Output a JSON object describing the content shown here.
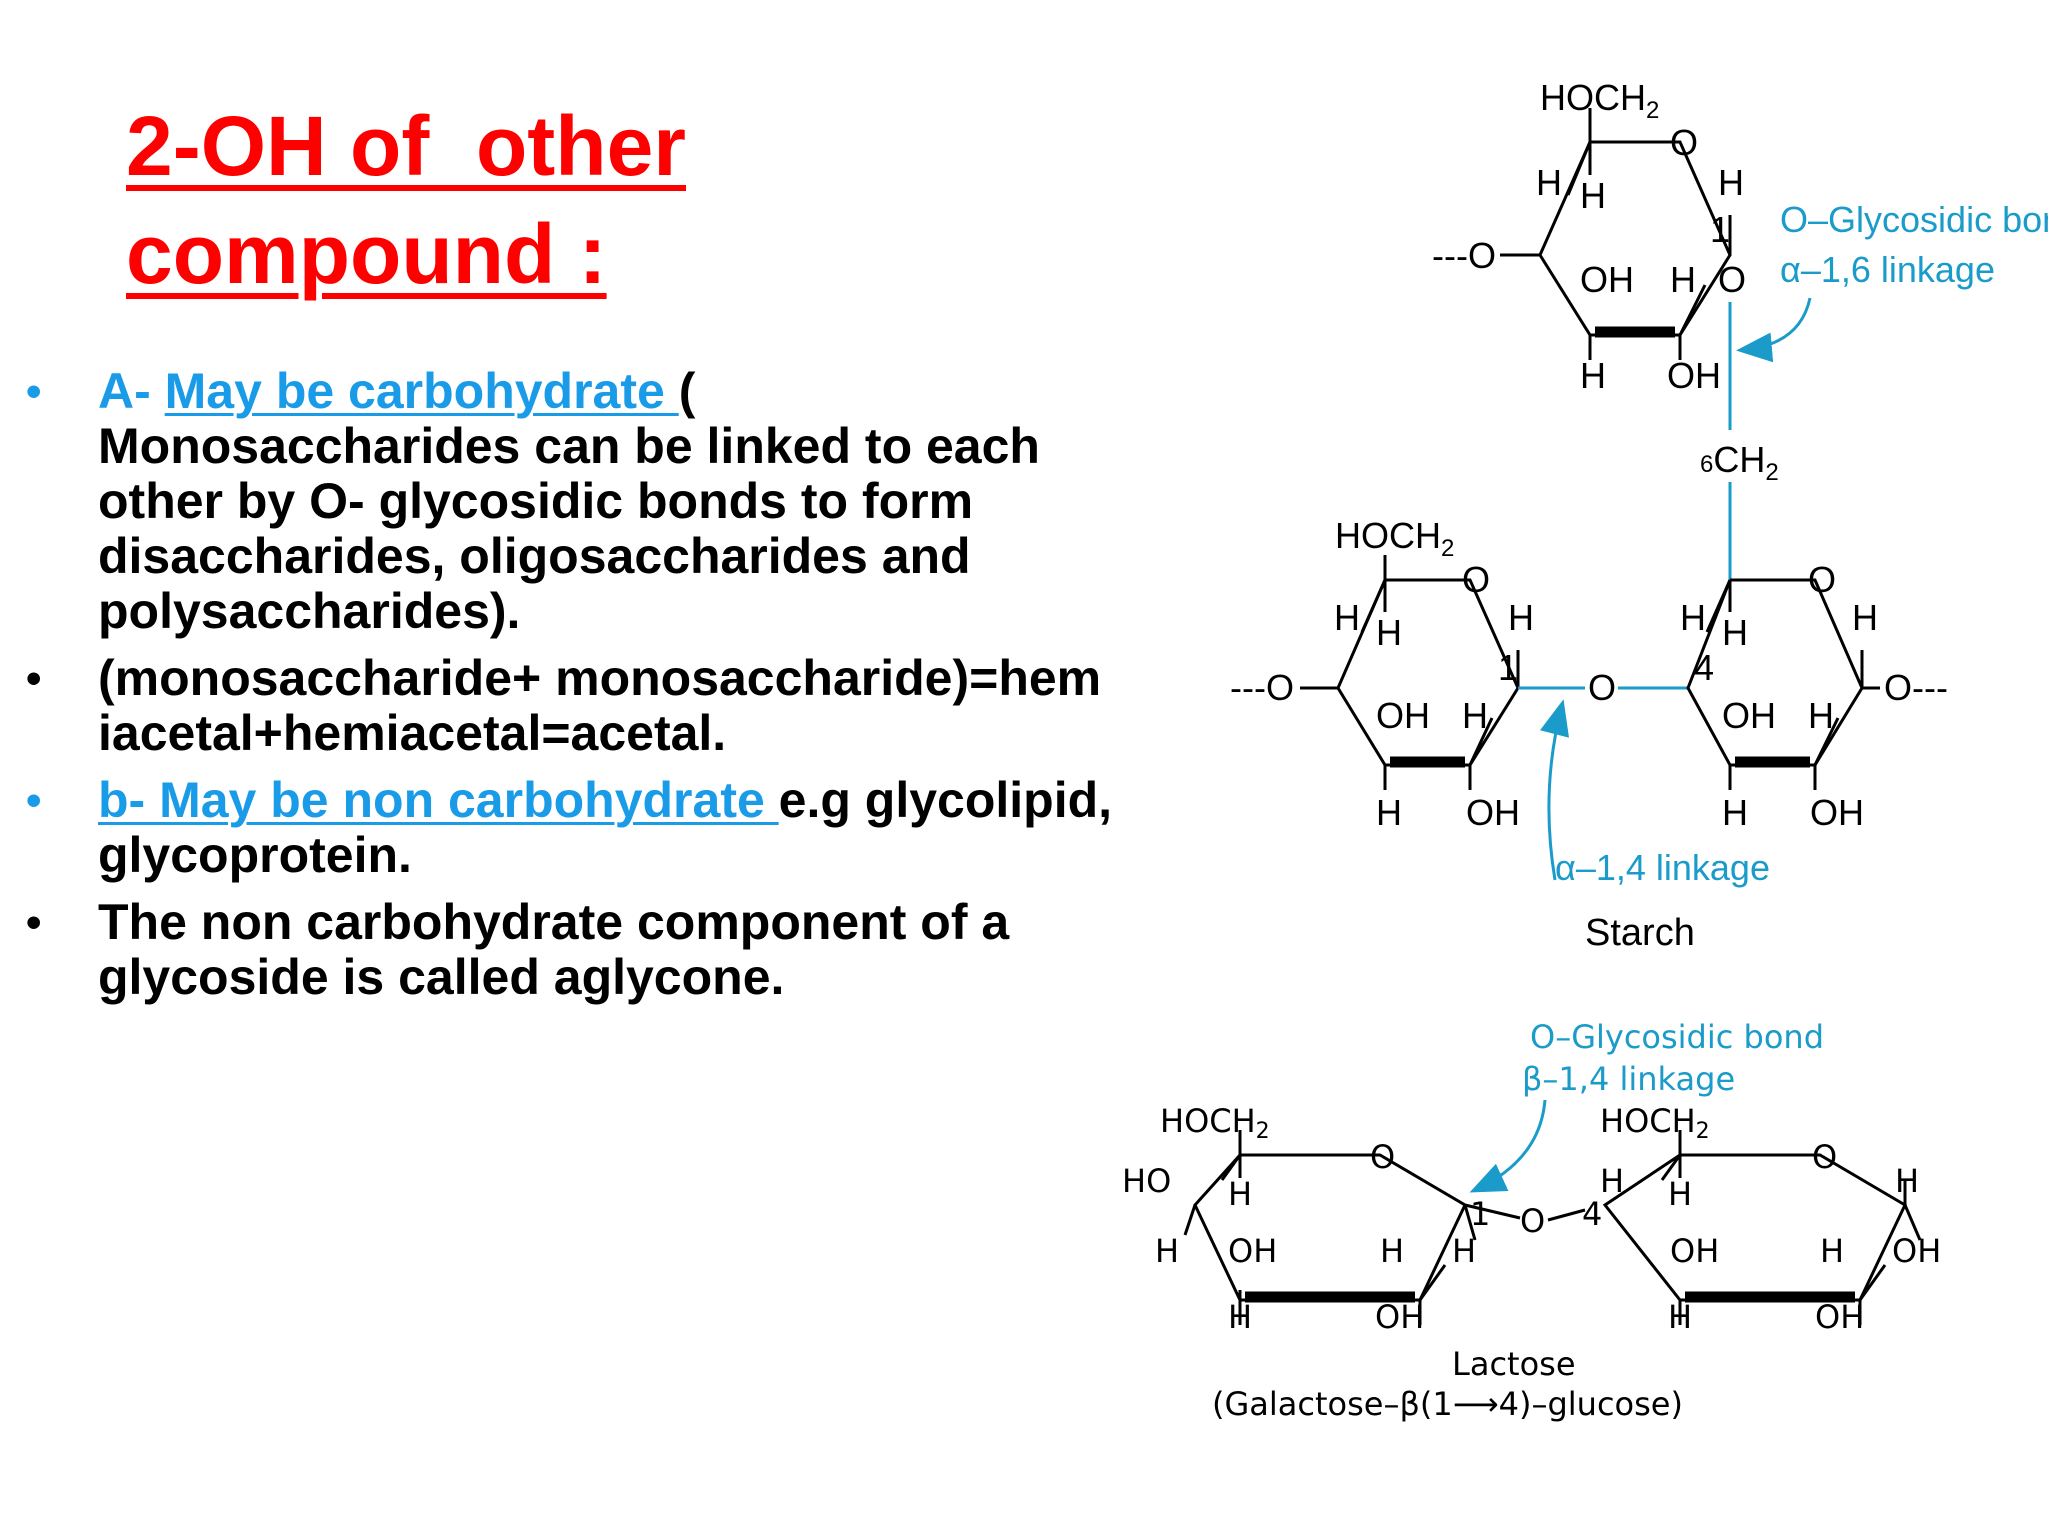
{
  "title": {
    "line1": "2-OH of  other",
    "line2": "compound :"
  },
  "bullets": [
    {
      "label": "A- ",
      "link": "May be carbohydrate ",
      "rest_open": "(",
      "text": "Monosaccharides can be linked to each other by O- glycosidic bonds to form disaccharides, oligosaccharides and polysaccharides)."
    },
    {
      "text": "(monosaccharide+ monosaccharide)=hemiacetal+hemiacetal=acetal."
    },
    {
      "link": "b- May be non carbohydrate ",
      "rest": "e.g glycolipid, glycoprotein."
    },
    {
      "text": "The non carbohydrate component of a glycoside is called aglycone."
    }
  ],
  "starch_diagram": {
    "hoch2": "HOCH",
    "sub2": "2",
    "o": "O",
    "h": "H",
    "oh": "OH",
    "chain_left": "---O",
    "chain_right": "O---",
    "ch2": "CH",
    "six": "6",
    "one": "1",
    "four": "4",
    "bond_label": "O–Glycosidic bond",
    "alpha16": "α–1,6 linkage",
    "alpha14": "α–1,4 linkage",
    "name": "Starch",
    "accent": "#1a9bc9"
  },
  "lactose_diagram": {
    "hoch2": "HOCH",
    "sub2": "2",
    "ho": "HO",
    "o": "O",
    "h": "H",
    "oh": "OH",
    "one": "1",
    "four": "4",
    "bond_label": "O–Glycosidic bond",
    "beta14": "β–1,4 linkage",
    "name": "Lactose",
    "subtitle": "(Galactose–β(1⟶4)–glucose)",
    "accent": "#1a9bc9"
  }
}
